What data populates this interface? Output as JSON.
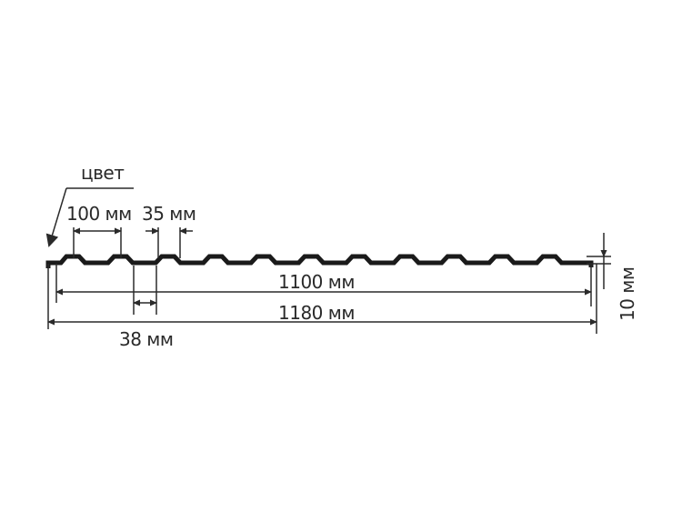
{
  "diagram": {
    "color_label": "цвет",
    "dim_wave_pitch": "100 мм",
    "dim_rib_top": "35 мм",
    "dim_working_width": "1100 мм",
    "dim_total_width": "1180 мм",
    "dim_rib_bottom": "38 мм",
    "dim_height": "10 мм"
  },
  "colors": {
    "profile": "#1a1a1a",
    "lines": "#2a2a2a",
    "background": "#ffffff"
  }
}
